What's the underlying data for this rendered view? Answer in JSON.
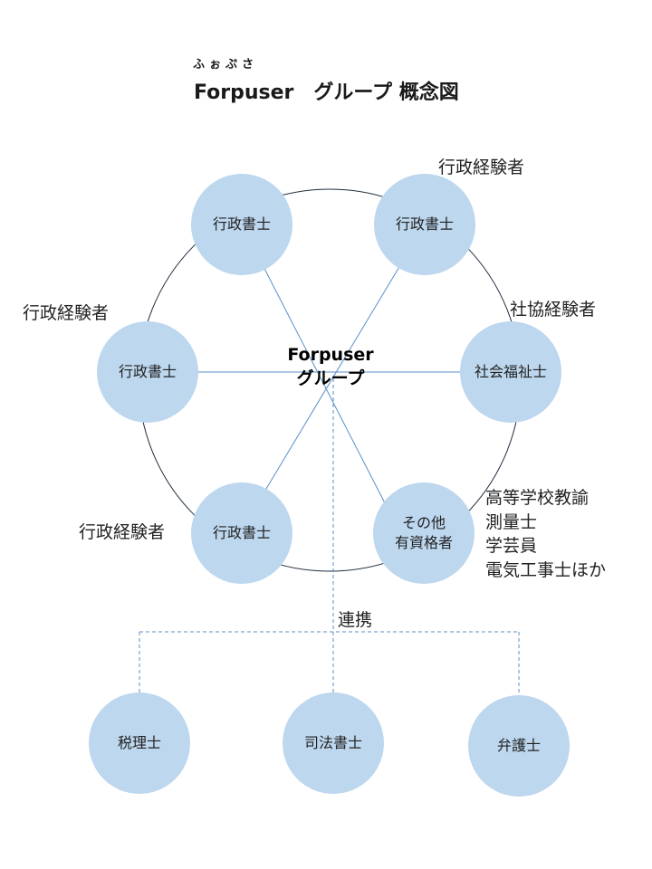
{
  "ruby": "ふぉぷさ",
  "title": "Forpuser　グループ 概念図",
  "center": {
    "line1": "Forpuser",
    "line2": "グループ"
  },
  "colors": {
    "node_fill": "#bdd7ee",
    "spoke": "#5b8fc7",
    "ring": "#1f2d3d",
    "dashed": "#5b8fc7"
  },
  "nodes": {
    "top_left": "行政書士",
    "top_right": "行政書士",
    "left": "行政書士",
    "right": "社会福祉士",
    "bottom_left": "行政書士",
    "bottom_right": "その他\n有資格者"
  },
  "notes": {
    "top_right": "行政経験者",
    "left": "行政経験者",
    "right": "社協経験者",
    "bottom_left": "行政経験者",
    "bottom_right": "高等学校教諭\n測量士\n学芸員\n電気工事士ほか"
  },
  "link_label": "連携",
  "partners": [
    "税理士",
    "司法書士",
    "弁護士"
  ]
}
